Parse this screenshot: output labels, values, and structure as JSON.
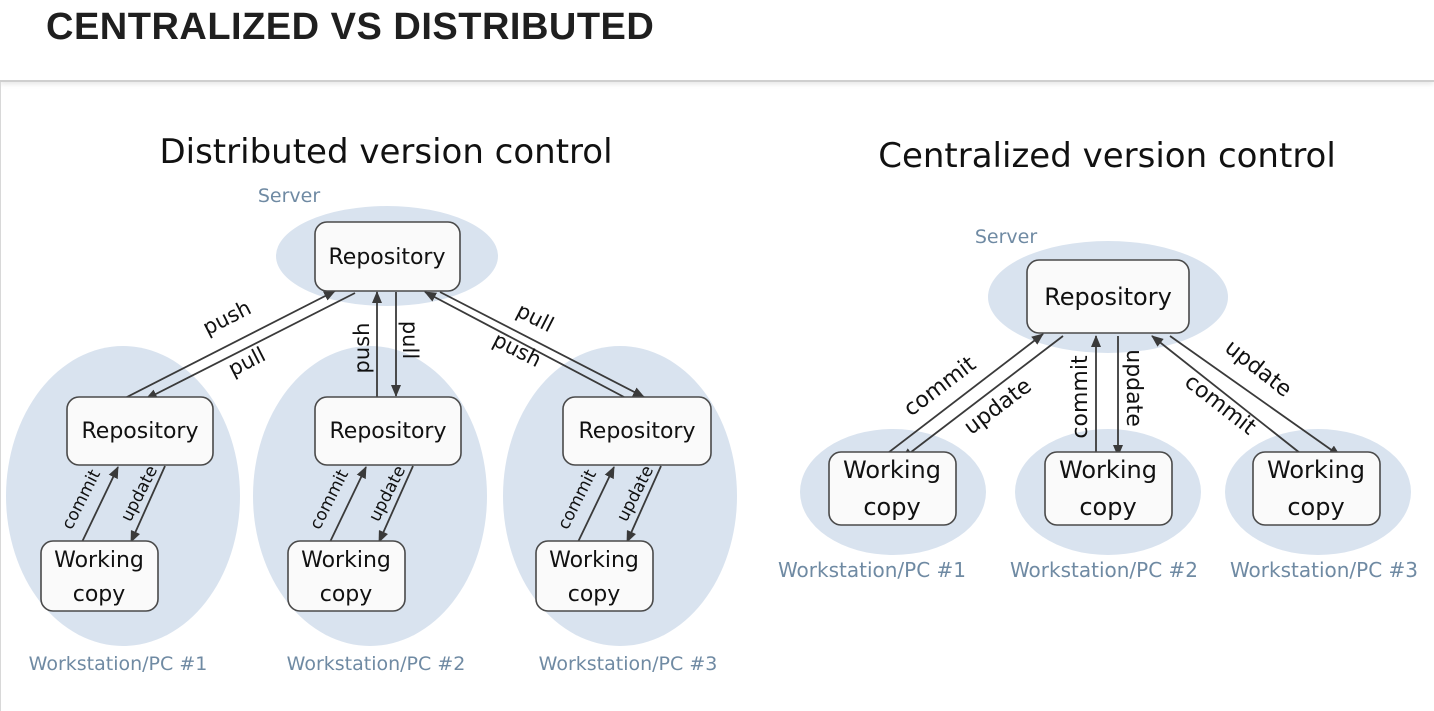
{
  "page": {
    "title": "CENTRALIZED VS DISTRIBUTED"
  },
  "distributed": {
    "heading": "Distributed version control",
    "server_label": "Server",
    "server_repo": "Repository",
    "links": {
      "left_upper": "push",
      "left_lower": "pull",
      "mid_left": "push",
      "mid_right": "pull",
      "right_upper": "pull",
      "right_lower": "push"
    },
    "workstations": [
      {
        "repo": "Repository",
        "wc_line1": "Working",
        "wc_line2": "copy",
        "commit": "commit",
        "update": "update",
        "label": "Workstation/PC #1"
      },
      {
        "repo": "Repository",
        "wc_line1": "Working",
        "wc_line2": "copy",
        "commit": "commit",
        "update": "update",
        "label": "Workstation/PC #2"
      },
      {
        "repo": "Repository",
        "wc_line1": "Working",
        "wc_line2": "copy",
        "commit": "commit",
        "update": "update",
        "label": "Workstation/PC #3"
      }
    ]
  },
  "centralized": {
    "heading": "Centralized version control",
    "server_label": "Server",
    "server_repo": "Repository",
    "workstations": [
      {
        "wc_line1": "Working",
        "wc_line2": "copy",
        "commit": "commit",
        "update": "update",
        "label": "Workstation/PC #1"
      },
      {
        "wc_line1": "Working",
        "wc_line2": "copy",
        "commit": "commit",
        "update": "update",
        "label": "Workstation/PC #2"
      },
      {
        "wc_line1": "Working",
        "wc_line2": "copy",
        "commit": "commit",
        "update": "update",
        "label": "Workstation/PC #3"
      }
    ]
  },
  "colors": {
    "ellipse_fill": "#d9e3ef",
    "label_blue": "#6f8aa3",
    "box_fill": "#fafafa",
    "box_stroke": "#4a4a4a"
  }
}
